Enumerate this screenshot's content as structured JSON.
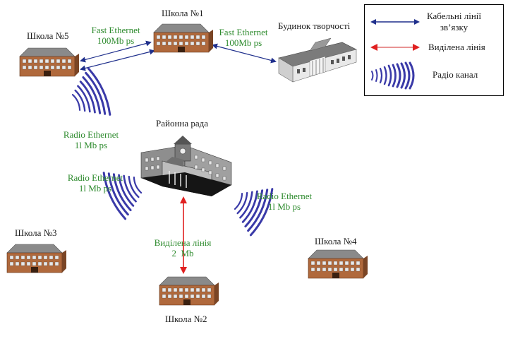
{
  "nodes": {
    "school1": "Школа №1",
    "school2": "Школа №2",
    "school3": "Школа №3",
    "school4": "Школа №4",
    "school5": "Школа №5",
    "creativity_house": "Будинок творчості",
    "district_council": "Районна рада"
  },
  "links": {
    "fast_left": [
      "Fast Ethernet",
      "100Mb ps"
    ],
    "fast_right": [
      "Fast Ethernet",
      "100Mb ps"
    ],
    "radio_upper": [
      "Radio Ethernet",
      "1l Mb ps"
    ],
    "radio_left": [
      "Radio Ethernet",
      "1l Mb ps"
    ],
    "radio_right": [
      "Radio Ethernet",
      "1l Mb ps"
    ],
    "dedicated": [
      "Виділена лінія",
      "2  Mb"
    ]
  },
  "legend": {
    "cable": [
      "Кабельні лінії",
      "звʼязку"
    ],
    "dedicated": "Виділена лінія",
    "radio": "Радіо канал"
  },
  "colors": {
    "cable": "#1f2f8c",
    "dedicated": "#e02020",
    "radio": "#3a3aa8",
    "label_green": "#2e8b2e"
  },
  "icons": {
    "school": "school-building-icon",
    "creativity_house": "columned-building-icon",
    "council": "council-building-icon",
    "radio": "radio-wave-icon"
  }
}
